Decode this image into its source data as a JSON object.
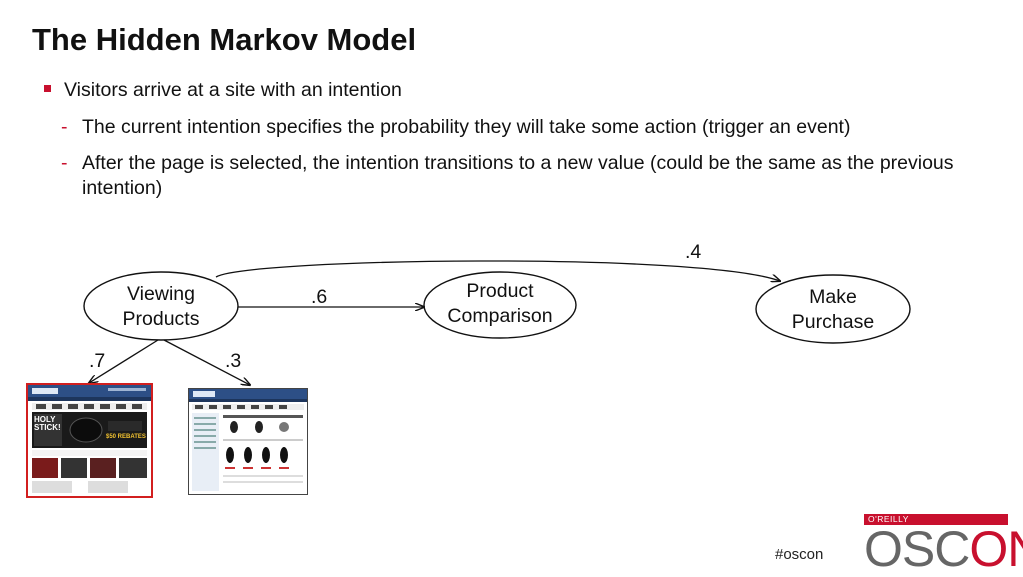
{
  "slide": {
    "title": "The Hidden Markov Model",
    "bullets": [
      {
        "text": "Visitors arrive at a site with an intention",
        "level": 1
      },
      {
        "text": "The current intention specifies the probability they will take some action (trigger an event)",
        "level": 2,
        "marker": "-"
      },
      {
        "text": "After the page is selected, the intention transitions to a new value (could be the same as the previous intention)",
        "level": 2,
        "marker": "-"
      }
    ]
  },
  "diagram": {
    "nodes": {
      "viewing": {
        "line1": "Viewing",
        "line2": "Products"
      },
      "comparison": {
        "line1": "Product",
        "line2": "Comparison"
      },
      "purchase": {
        "line1": "Make",
        "line2": "Purchase"
      }
    },
    "edges": {
      "to_purchase": ".4",
      "to_comparison": ".6",
      "to_page_a": ".7",
      "to_page_b": ".3"
    },
    "thumbnails": {
      "page_a": {
        "headline": "HOLY STICK!",
        "banner": "$50 REBATES"
      },
      "page_b": {}
    }
  },
  "footer": {
    "hashtag": "#oscon",
    "logo_top": "O'REILLY",
    "logo_first": "OSC",
    "logo_rest": "ON"
  },
  "colors": {
    "accent": "#c8102e",
    "text": "#111111"
  }
}
